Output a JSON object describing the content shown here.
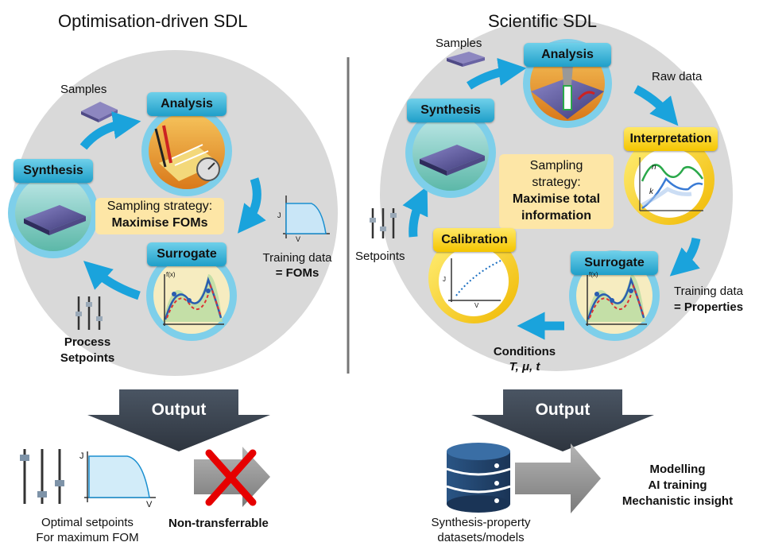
{
  "left": {
    "title": "Optimisation-driven SDL",
    "samples": "Samples",
    "analysis": "Analysis",
    "synthesis": "Synthesis",
    "surrogate": "Surrogate",
    "strategy_line1": "Sampling strategy:",
    "strategy_line2": "Maximise FOMs",
    "training_line1": "Training data",
    "training_line2": "= FOMs",
    "setpoints_line1": "Process",
    "setpoints_line2": "Setpoints",
    "axis_j": "J",
    "axis_v": "V",
    "fx": "f(x)"
  },
  "right": {
    "title": "Scientific SDL",
    "samples": "Samples",
    "analysis": "Analysis",
    "raw_data": "Raw data",
    "interpretation": "Interpretation",
    "synthesis": "Synthesis",
    "strategy_line1": "Sampling",
    "strategy_line2": "strategy:",
    "strategy_line3": "Maximise total",
    "strategy_line4": "information",
    "setpoints": "Setpoints",
    "calibration": "Calibration",
    "surrogate": "Surrogate",
    "training_line1": "Training data",
    "training_line2": "= Properties",
    "conditions_line1": "Conditions",
    "conditions_line2": "T, μ, t",
    "axis_j": "J",
    "axis_v": "V",
    "n": "n",
    "k": "k",
    "fx": "f(x)"
  },
  "output": {
    "left_label": "Output",
    "right_label": "Output",
    "left_axis_j": "J",
    "left_axis_v": "V",
    "optimal_line1": "Optimal setpoints",
    "optimal_line2": "For maximum FOM",
    "non_transferrable": "Non-transferrable",
    "dataset_line1": "Synthesis-property",
    "dataset_line2": "datasets/models",
    "use_line1": "Modelling",
    "use_line2": "AI training",
    "use_line3": "Mechanistic insight"
  },
  "colors": {
    "background_circle": "#d9d9d9",
    "arrow_blue": "#1aa3dc",
    "tab_blue": "#3cb8df",
    "tab_yellow": "#f7d21a",
    "output_arrow": "#3d4652",
    "red_cross": "#e60000",
    "database": "#1f3f66"
  }
}
